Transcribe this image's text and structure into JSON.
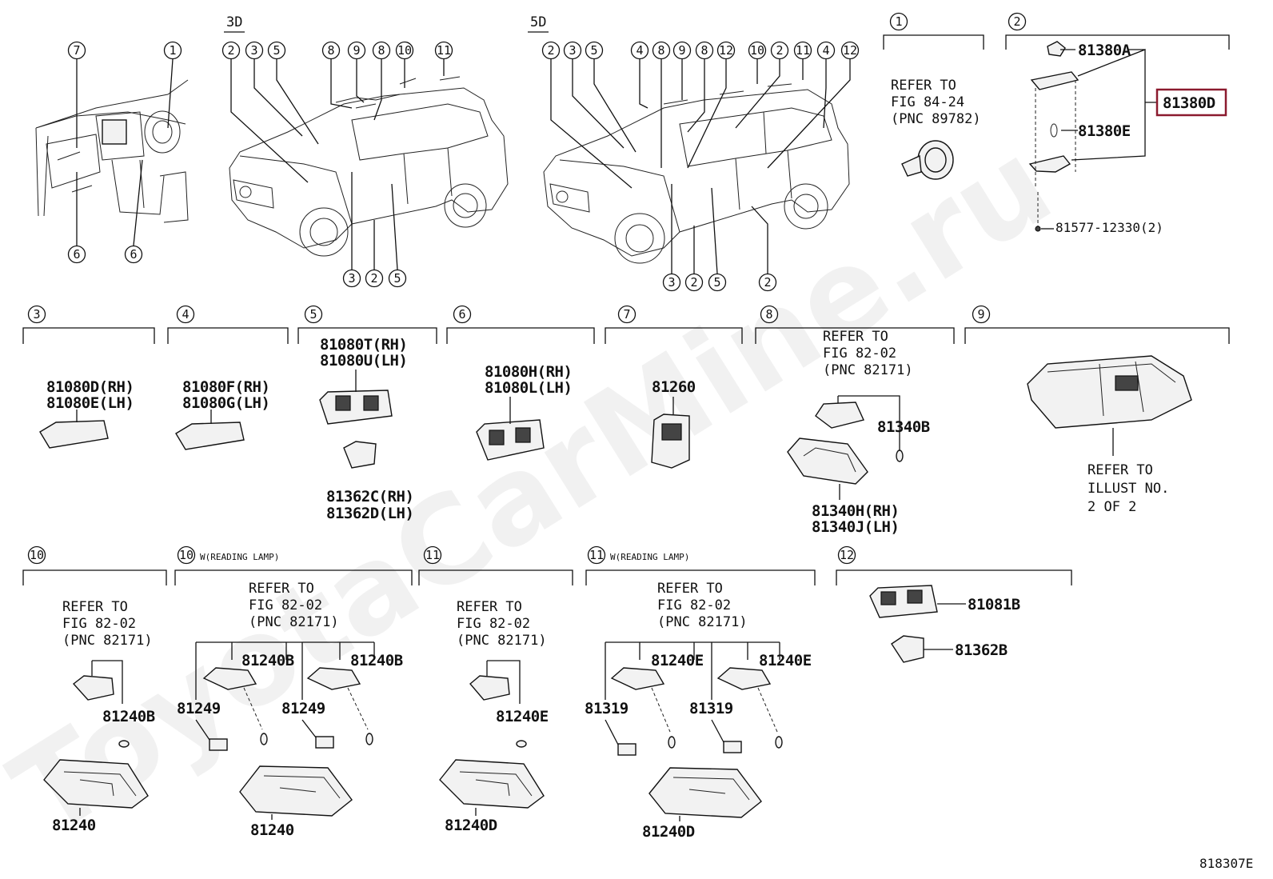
{
  "watermark": "ToyotaCarMine.ru",
  "diagram_code": "818307E",
  "highlight_color": "#8b1a2e",
  "overview": {
    "label_3d": "3D",
    "label_5d": "5D",
    "dash_callouts": [
      "7",
      "1",
      "6",
      "6"
    ],
    "car3d_top_callouts": [
      "2",
      "3",
      "5",
      "8",
      "9",
      "8",
      "10",
      "11"
    ],
    "car3d_bottom_callouts": [
      "3",
      "2",
      "5"
    ],
    "car5d_top_callouts": [
      "2",
      "3",
      "5",
      "4",
      "8",
      "9",
      "8",
      "12",
      "10",
      "2",
      "11",
      "4",
      "12"
    ],
    "car5d_bottom_callouts": [
      "3",
      "2",
      "5",
      "2"
    ]
  },
  "sections": {
    "s1": {
      "num": "1",
      "ref_lines": [
        "REFER TO",
        "FIG 84-24",
        "(PNC 89782)"
      ]
    },
    "s2": {
      "num": "2",
      "parts": [
        "81380A",
        "81380D",
        "81380E",
        "81577-12330(2)"
      ]
    },
    "s3": {
      "num": "3",
      "parts": [
        "81080D(RH)",
        "81080E(LH)"
      ]
    },
    "s4": {
      "num": "4",
      "parts": [
        "81080F(RH)",
        "81080G(LH)"
      ]
    },
    "s5": {
      "num": "5",
      "parts": [
        "81080T(RH)",
        "81080U(LH)",
        "81362C(RH)",
        "81362D(LH)"
      ]
    },
    "s6": {
      "num": "6",
      "parts": [
        "81080H(RH)",
        "81080L(LH)"
      ]
    },
    "s7": {
      "num": "7",
      "parts": [
        "81260"
      ]
    },
    "s8": {
      "num": "8",
      "ref_lines": [
        "REFER TO",
        "FIG 82-02",
        "(PNC 82171)"
      ],
      "parts": [
        "81340B",
        "81340H(RH)",
        "81340J(LH)"
      ]
    },
    "s9": {
      "num": "9",
      "ref_lines": [
        "REFER TO",
        "ILLUST NO.",
        "2 OF 2"
      ]
    },
    "s10a": {
      "num": "10",
      "ref_lines": [
        "REFER TO",
        "FIG 82-02",
        "(PNC 82171)"
      ],
      "parts": [
        "81240B",
        "81240"
      ]
    },
    "s10b": {
      "num": "10",
      "qualifier": "W(READING LAMP)",
      "ref_lines": [
        "REFER TO",
        "FIG 82-02",
        "(PNC 82171)"
      ],
      "parts": [
        "81240B",
        "81240B",
        "81249",
        "81249",
        "81240"
      ]
    },
    "s11a": {
      "num": "11",
      "ref_lines": [
        "REFER TO",
        "FIG 82-02",
        "(PNC 82171)"
      ],
      "parts": [
        "81240E",
        "81240D"
      ]
    },
    "s11b": {
      "num": "11",
      "qualifier": "W(READING LAMP)",
      "ref_lines": [
        "REFER TO",
        "FIG 82-02",
        "(PNC 82171)"
      ],
      "parts": [
        "81240E",
        "81240E",
        "81319",
        "81319",
        "81240D"
      ]
    },
    "s12": {
      "num": "12",
      "parts": [
        "81081B",
        "81362B"
      ]
    }
  }
}
